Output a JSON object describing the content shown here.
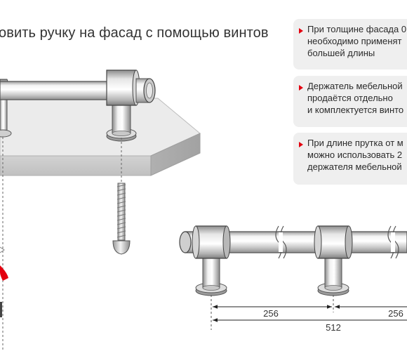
{
  "heading": "овить ручку на фасад с помощью винтов",
  "notes": [
    {
      "lines": [
        "При толщине фасада 0",
        "необходимо применят",
        "большей длины"
      ]
    },
    {
      "lines": [
        "Держатель мебельной",
        "продаётся отдельно",
        "и комплектуется винто"
      ]
    },
    {
      "lines": [
        "При длине прутка от м",
        "можно использовать 2",
        "держателя мебельной"
      ]
    }
  ],
  "dimensions": {
    "first_spacing": "256",
    "second_spacing": "256",
    "total": "512"
  },
  "colors": {
    "accent": "#e3000f",
    "card_background": "#efefef",
    "text": "#333333"
  },
  "icons": [
    "bullet-triangle-icon"
  ]
}
